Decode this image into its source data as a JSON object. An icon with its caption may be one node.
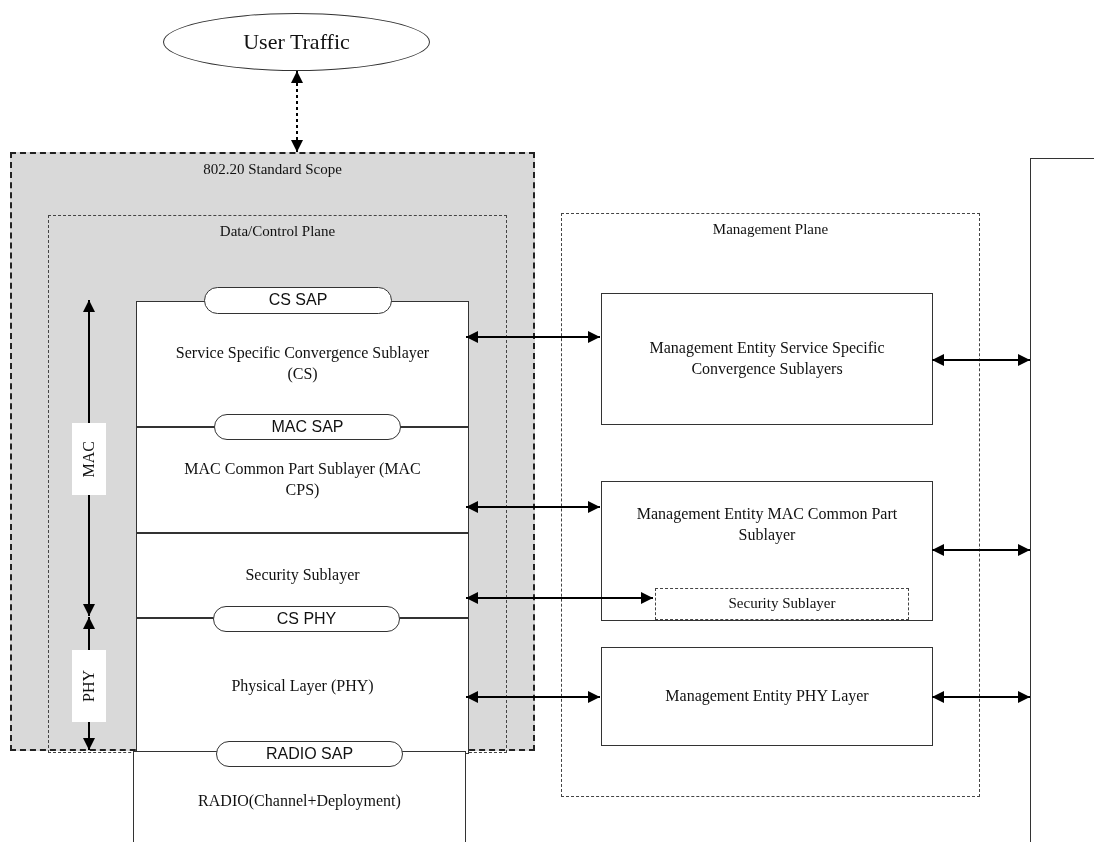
{
  "diagram": {
    "nodes": [
      {
        "text": [
          "User Traffic"
        ]
      },
      {
        "text": [
          "802.20 Standard Scope"
        ]
      },
      {
        "text": [
          "Data/Control Plane"
        ],
        "in": 1
      },
      {
        "text": [
          "CS SAP"
        ],
        "in": 2
      },
      {
        "text": [
          "Service Specific Convergence Sublayer (CS)"
        ],
        "in": 2
      },
      {
        "text": [
          "MAC SAP"
        ],
        "in": 2
      },
      {
        "text": [
          "MAC Common Part Sublayer (MAC CPS)"
        ],
        "in": 2
      },
      {
        "text": [
          "Security Sublayer"
        ],
        "in": 2
      },
      {
        "text": [
          "CS PHY"
        ],
        "in": 2
      },
      {
        "text": [
          "Physical Layer (PHY)"
        ],
        "in": 2
      },
      {
        "text": [
          "RADIO SAP"
        ]
      },
      {
        "text": [
          "RADIO(Channel+Deployment)"
        ]
      },
      {
        "text": [
          "Management Plane"
        ]
      },
      {
        "text": [
          "Management Entity Service Specific Convergence Sublayers"
        ],
        "in": 12
      },
      {
        "text": [
          "Management Entity MAC Common Part Sublayer"
        ],
        "in": 12
      },
      {
        "text": [
          "Security Sublayer"
        ],
        "in": 14
      },
      {
        "text": [
          "Management Entity PHY Layer"
        ],
        "in": 12
      },
      {
        "text": [],
        "shape": "box"
      }
    ],
    "edges": [
      {
        "from": 0,
        "to": 1,
        "arrow": "both",
        "style": "dashed"
      },
      {
        "from": 4,
        "to": 13,
        "arrow": "both"
      },
      {
        "from": 6,
        "to": 14,
        "arrow": "both"
      },
      {
        "from": 7,
        "to": 15,
        "arrow": "both"
      },
      {
        "from": 9,
        "to": 16,
        "arrow": "both"
      },
      {
        "from": 13,
        "to": 17,
        "arrow": "both"
      },
      {
        "from": 14,
        "to": 17,
        "arrow": "both"
      },
      {
        "from": 16,
        "to": 17,
        "arrow": "both"
      }
    ],
    "labels": [
      "MAC",
      "PHY"
    ]
  }
}
